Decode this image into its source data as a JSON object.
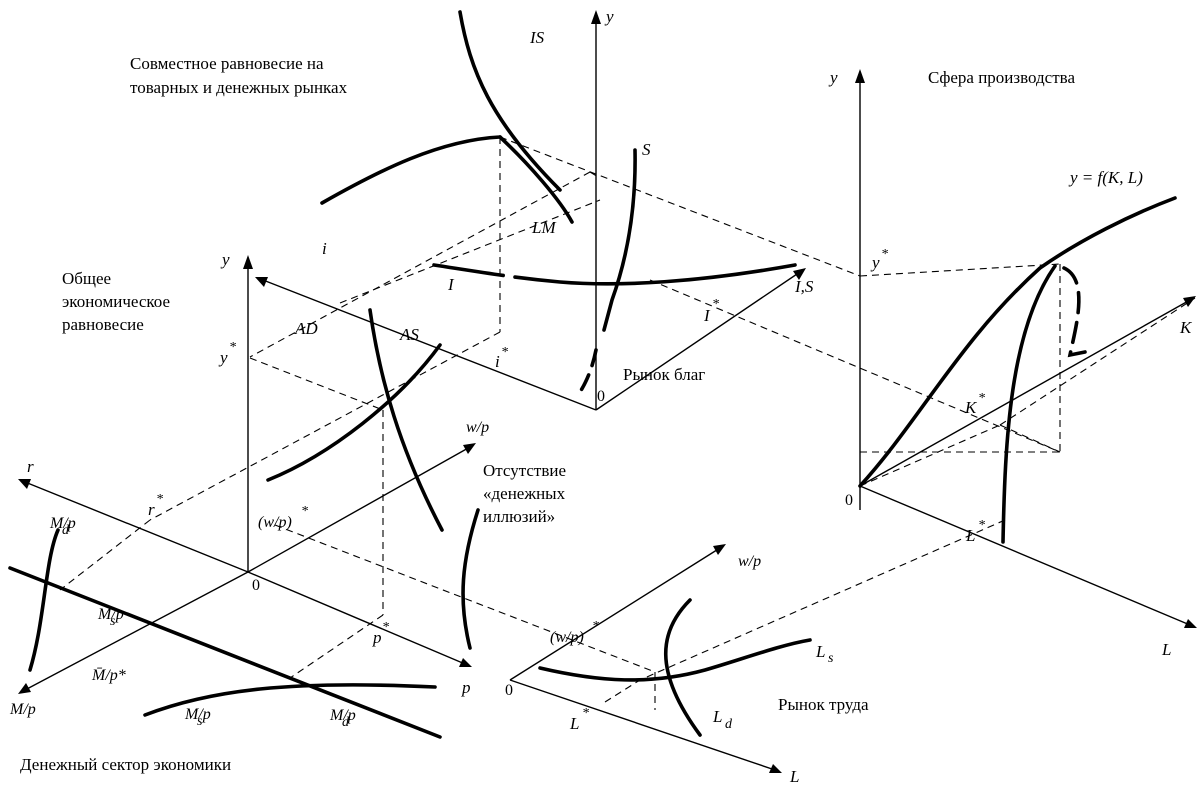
{
  "captions": {
    "joint_equilibrium": [
      "Совместное равновесие на",
      "товарных и денежных рынках"
    ],
    "production_sphere": "Сфера производства",
    "general_equilibrium": [
      "Общее",
      "экономическое",
      "равновесие"
    ],
    "goods_market": "Рынок благ",
    "no_money_illusion": [
      "Отсутствие",
      "«денежных",
      "иллюзий»"
    ],
    "labor_market": "Рынок труда",
    "money_sector": "Денежный сектор экономики"
  },
  "labels": {
    "y": "y",
    "y_star": "y",
    "i": "i",
    "i_star": "i",
    "IS": "IS",
    "LM": "LM",
    "S": "S",
    "I": "I",
    "I_S": "I,S",
    "I_star": "I",
    "AD": "AD",
    "AS": "AS",
    "r": "r",
    "r_star": "r",
    "p": "p",
    "p_star": "p",
    "K": "K",
    "K_star": "K",
    "L": "L",
    "L_star": "L",
    "Ls": "L",
    "Ls_sub": "s",
    "Ld": "L",
    "Ld_sub": "d",
    "production_function": "y = f(K, L)",
    "w_over_p": "w/p",
    "w_over_p_star": "(w/p)",
    "Md_over_p": "M/p",
    "Md_sub": "d",
    "Ms_over_p": "M/p",
    "Ms_sub": "s",
    "M_over_p": "M/p",
    "Mbar_over_p_star": "M̄/p*",
    "star": "*",
    "zero": "0"
  }
}
